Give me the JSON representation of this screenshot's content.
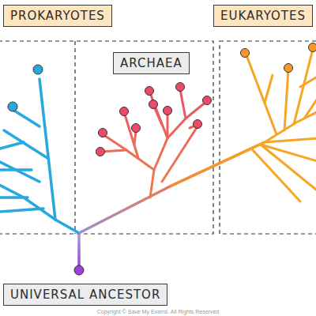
{
  "diagram": {
    "nodes": [
      {
        "text": [
          "PROKARYOTES"
        ]
      },
      {
        "text": [
          "EUKARYOTES"
        ]
      },
      {
        "text": [
          "ARCHAEA"
        ]
      },
      {
        "text": [
          "UNIVERSAL ANCESTOR"
        ]
      }
    ],
    "labels": [
      "Copyright © Save My Exams. All Rights Reserved"
    ]
  }
}
